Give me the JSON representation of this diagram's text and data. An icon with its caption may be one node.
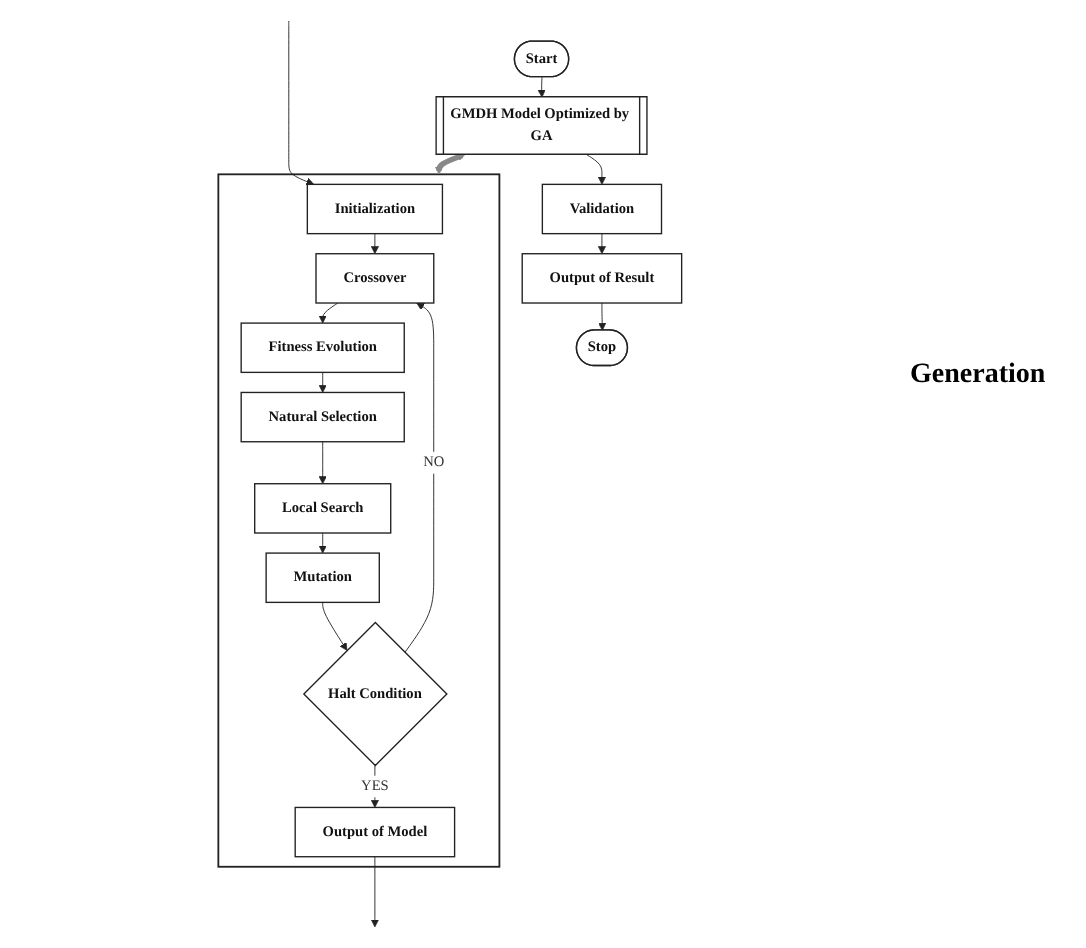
{
  "diagram": {
    "nodes": [
      {
        "text": [
          "Start"
        ]
      },
      {
        "text": [
          "GMDH Model Optimized by GA"
        ]
      },
      {
        "text": [
          "Validation"
        ]
      },
      {
        "text": [
          "Output of Result"
        ]
      },
      {
        "text": [
          "Stop"
        ]
      },
      {
        "text": [],
        "shape": "box"
      },
      {
        "text": [
          "Initialization"
        ],
        "in": 5
      },
      {
        "text": [
          "Crossover"
        ],
        "in": 5
      },
      {
        "text": [
          "Fitness Evolution"
        ],
        "in": 5
      },
      {
        "text": [
          "Natural Selection"
        ],
        "in": 5
      },
      {
        "text": [
          "Local Search"
        ],
        "in": 5
      },
      {
        "text": [
          "Mutation"
        ],
        "in": 5
      },
      {
        "text": [
          "Halt Condition"
        ],
        "in": 5
      },
      {
        "text": [
          "Output of Model"
        ],
        "in": 5
      }
    ],
    "edges": [
      {
        "from": 0,
        "to": 1,
        "arrow": "to"
      },
      {
        "from": 1,
        "to": 2,
        "arrow": "to"
      },
      {
        "from": 2,
        "to": 3,
        "arrow": "to"
      },
      {
        "from": 3,
        "to": 4,
        "arrow": "to"
      },
      {
        "from": 1,
        "to": 5,
        "arrow": "both",
        "style": "thick",
        "color": "#888888"
      },
      {
        "from": null,
        "to": 6,
        "arrow": "to"
      },
      {
        "from": 6,
        "to": 7,
        "arrow": "to"
      },
      {
        "from": 7,
        "to": 8,
        "arrow": "to"
      },
      {
        "from": 8,
        "to": 9,
        "arrow": "to"
      },
      {
        "from": 9,
        "to": 10,
        "arrow": "to"
      },
      {
        "from": 10,
        "to": 11,
        "arrow": "to"
      },
      {
        "from": 11,
        "to": 12,
        "arrow": "to"
      },
      {
        "from": 12,
        "to": 7,
        "label": "NO",
        "arrow": "to"
      },
      {
        "from": 12,
        "to": 13,
        "label": "YES",
        "arrow": "to"
      },
      {
        "from": 13,
        "to": null,
        "arrow": "to"
      }
    ],
    "labels": [
      "Generation"
    ]
  }
}
